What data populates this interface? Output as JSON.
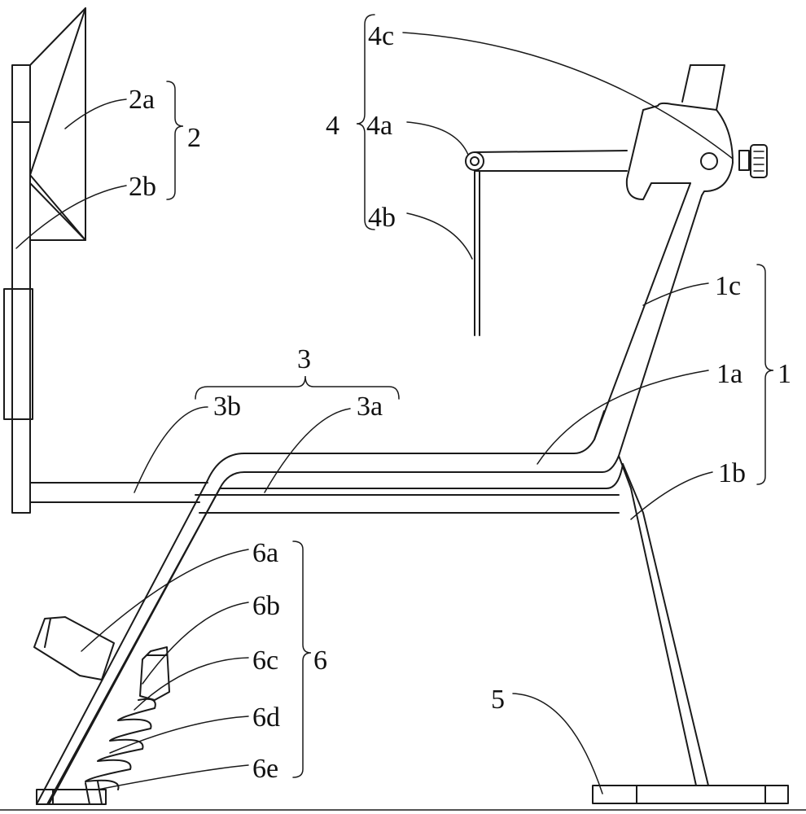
{
  "labels": {
    "l_2a": "2a",
    "l_2b": "2b",
    "l_2": "2",
    "l_4c": "4c",
    "l_4": "4",
    "l_4a": "4a",
    "l_4b": "4b",
    "l_1c": "1c",
    "l_1a": "1a",
    "l_1": "1",
    "l_1b": "1b",
    "l_3": "3",
    "l_3b": "3b",
    "l_3a": "3a",
    "l_6a": "6a",
    "l_6b": "6b",
    "l_6c": "6c",
    "l_6": "6",
    "l_6d": "6d",
    "l_6e": "6e",
    "l_5": "5"
  }
}
